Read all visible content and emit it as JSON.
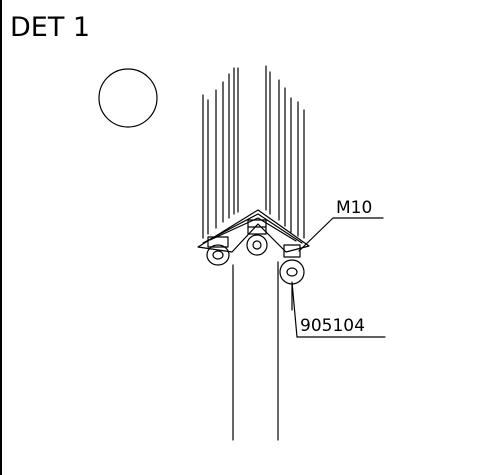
{
  "detail": {
    "title": "DET 1"
  },
  "callouts": {
    "thread": "M10",
    "part_number": "905104"
  }
}
